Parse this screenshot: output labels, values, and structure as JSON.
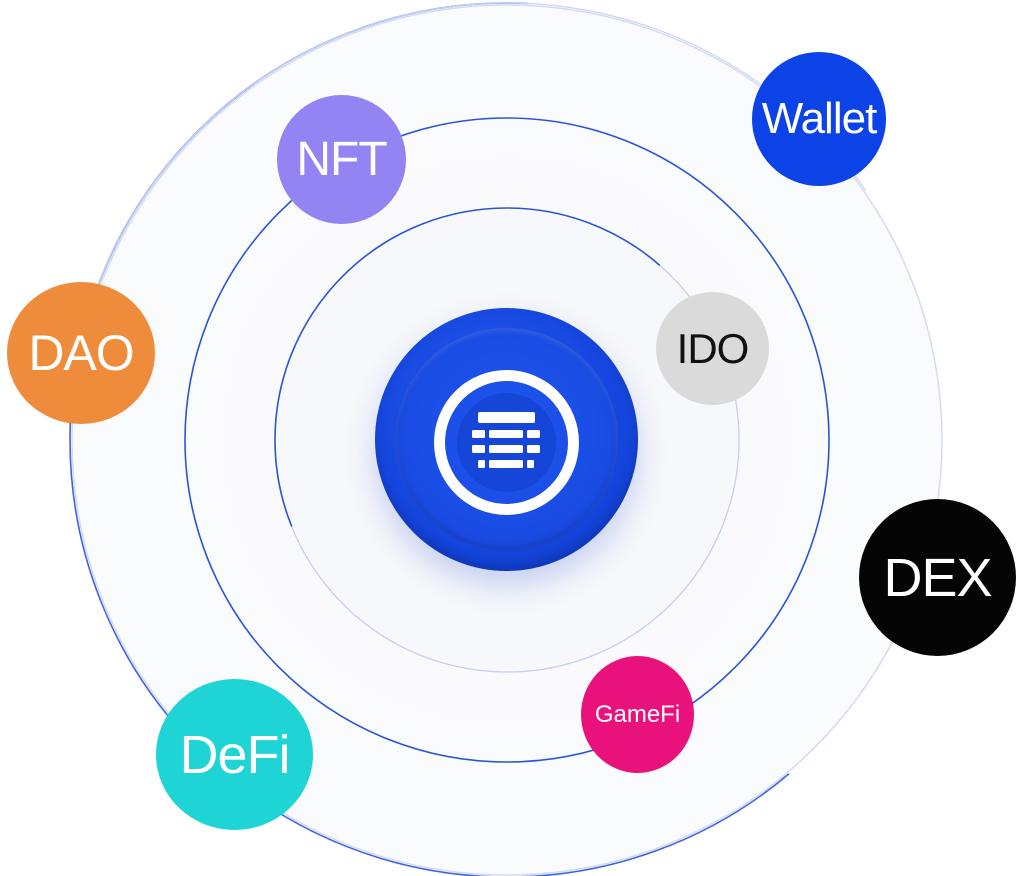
{
  "colors": {
    "wallet": "#0b43e6",
    "nft": "#9284f3",
    "dao": "#ee8c3c",
    "ido": "#dadada",
    "dex": "#050505",
    "gamefi": "#e9127d",
    "defi": "#1fd4d4",
    "orbit_line": "#2a54d6",
    "coin": "#1547e0"
  },
  "center": {
    "icon": "grid-table-icon"
  },
  "nodes": {
    "wallet": {
      "label": "Wallet"
    },
    "nft": {
      "label": "NFT"
    },
    "dao": {
      "label": "DAO"
    },
    "ido": {
      "label": "IDO"
    },
    "dex": {
      "label": "DEX"
    },
    "gamefi": {
      "label": "GameFi"
    },
    "defi": {
      "label": "DeFi"
    }
  }
}
